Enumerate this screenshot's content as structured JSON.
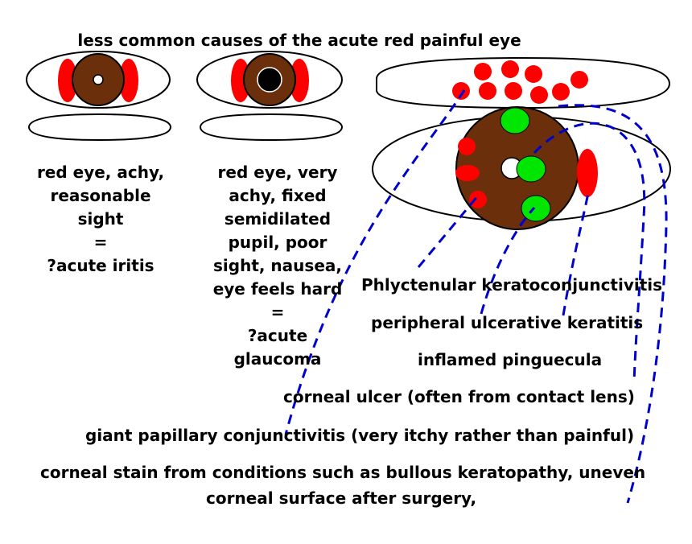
{
  "title": "less common causes of the acute red painful eye",
  "left_eye_caption": [
    "red eye, achy,",
    "reasonable",
    "sight",
    "=",
    "?acute iritis"
  ],
  "middle_eye_caption": [
    "red eye, very",
    "achy, fixed",
    "semidilated",
    "pupil, poor",
    "sight, nausea,",
    "eye feels hard",
    "=",
    "?acute",
    "glaucoma"
  ],
  "labels": {
    "phlyctenular": "Phlyctenular keratoconjunctivitis",
    "peripheral_ulcerative": "peripheral ulcerative keratitis",
    "pinguecula": "inflamed pinguecula",
    "corneal_ulcer": "corneal ulcer (often from contact lens)",
    "giant_papillary": "giant papillary conjunctivitis (very itchy rather than painful)",
    "corneal_stain_line1": "corneal stain from conditions such as bullous keratopathy, uneven",
    "corneal_stain_line2": "corneal surface after surgery,"
  },
  "colors": {
    "iris_brown": "#6b2f0c",
    "inflammation_red": "#ff0000",
    "phlycten_green": "#00e600",
    "pointer_blue": "#0000cc",
    "outline_black": "#000000"
  }
}
